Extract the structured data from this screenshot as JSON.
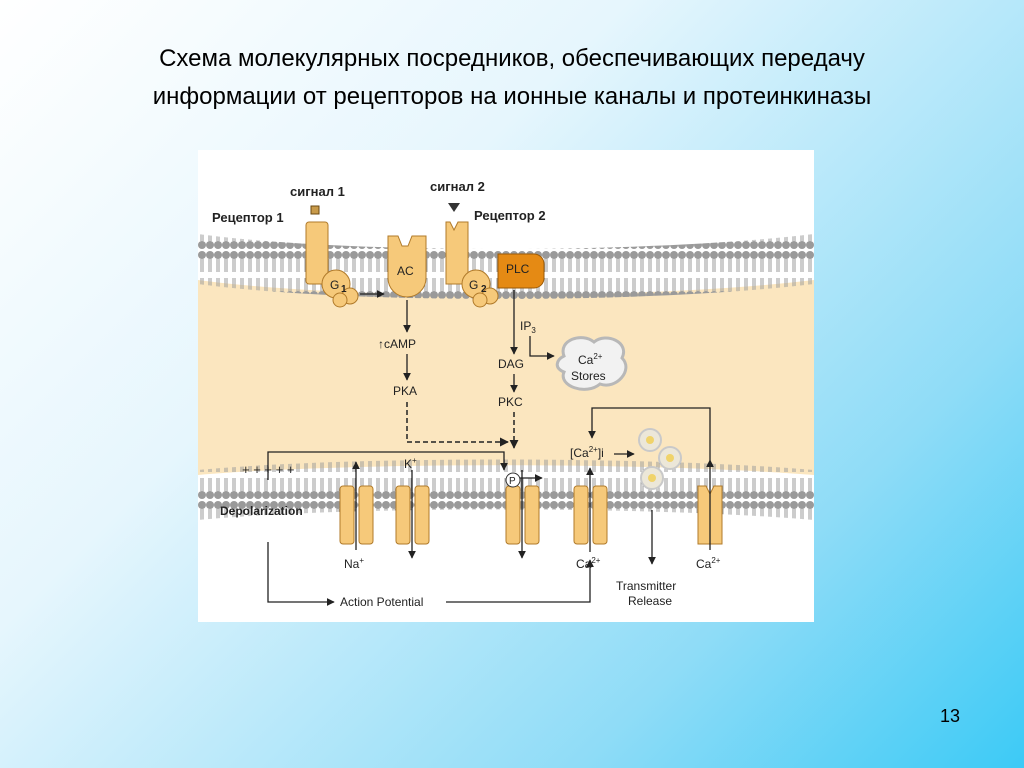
{
  "slide": {
    "title_line1": "Схема молекулярных посредников, обеспечивающих передачу",
    "title_line2": "информации от рецепторов на ионные каналы и протеинкиназы",
    "page_number": "13"
  },
  "diagram": {
    "signal1": "сигнал 1",
    "signal2": "сигнал 2",
    "receptor1": "Рецептор 1",
    "receptor2": "Рецептор 2",
    "g1": "G",
    "g1_sub": "1",
    "g2": "G",
    "g2_sub": "2",
    "ac": "AC",
    "plc": "PLC",
    "camp": "↑cAMP",
    "pka": "PKA",
    "ip3": "IP",
    "ip3_sub": "3",
    "dag": "DAG",
    "pkc": "PKC",
    "ca_stores_line1": "Ca",
    "ca_stores_sup": "2+",
    "ca_stores_line2": "Stores",
    "ca_i_open": "[Ca",
    "ca_i_sup": "2+",
    "ca_i_close": "]i",
    "plus_charges": "+ + + + +",
    "depolarization": "Depolarization",
    "k_label": "K",
    "k_sup": "+",
    "na_label": "Na",
    "na_sup": "+",
    "p_label": "P",
    "ca_channel1": "Ca",
    "ca_channel1_sup": "2+",
    "ca_channel2": "Ca",
    "ca_channel2_sup": "2+",
    "action_potential": "Action Potential",
    "transmitter_line1": "Transmitter",
    "transmitter_line2": "Release"
  },
  "colors": {
    "membrane_heads": "#9a9a9a",
    "cytoplasm": "#fbe6bf",
    "protein": "#f6c97a",
    "protein_outline": "#b07a2a",
    "plc": "#e58a14",
    "background_gradient_end": "#3ccaf6"
  }
}
